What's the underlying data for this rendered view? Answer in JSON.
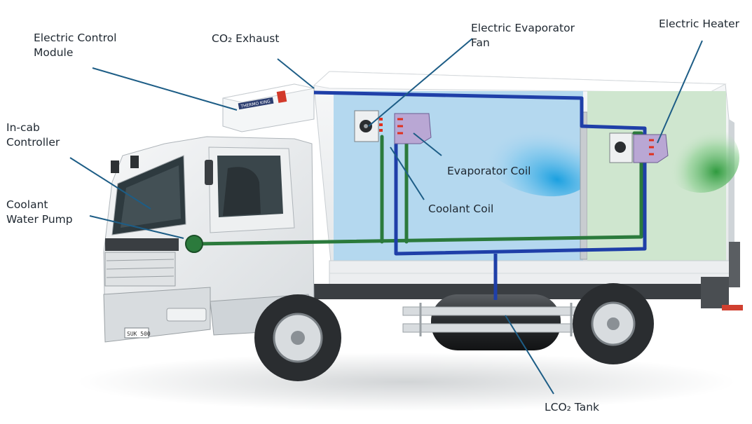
{
  "labels": {
    "ecm": "Electric Control\nModule",
    "co2_exhaust": "CO₂ Exhaust",
    "evap_fan": "Electric Evaporator\nFan",
    "heater": "Electric Heater",
    "in_cab": "In-cab\nController",
    "coolant_pump": "Coolant\nWater Pump",
    "evap_coil": "Evaporator Coil",
    "coolant_coil": "Coolant Coil",
    "lco2_tank": "LCO₂ Tank"
  },
  "unit_brand": "THERMO KING",
  "plate": "SUK 500",
  "colors": {
    "blue_pipe": "#1f3fa8",
    "green_pipe": "#2b7a3c",
    "leader": "#1d5d86",
    "cold_zone": "#b4d8ef",
    "warm_zone": "#cfe6cf",
    "truck_white": "#f2f4f5"
  }
}
